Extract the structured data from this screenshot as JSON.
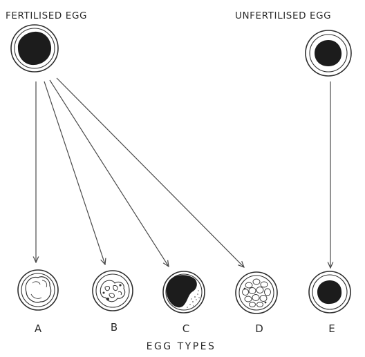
{
  "headers": {
    "fertilised": "FERTILISED EGG",
    "unfertilised": "UNFERTILISED EGG"
  },
  "eggs": [
    {
      "letter": "A",
      "icon": "cleared-white-egg-icon"
    },
    {
      "letter": "B",
      "icon": "mottled-egg-icon"
    },
    {
      "letter": "C",
      "icon": "dark-blotch-egg-icon"
    },
    {
      "letter": "D",
      "icon": "netted-cell-egg-icon"
    },
    {
      "letter": "E",
      "icon": "dark-centre-egg-icon"
    }
  ],
  "caption": "EGG TYPES",
  "colors": {
    "ink": "#2b2b2b",
    "yolk": "#1c1c1c",
    "background": "#ffffff"
  }
}
